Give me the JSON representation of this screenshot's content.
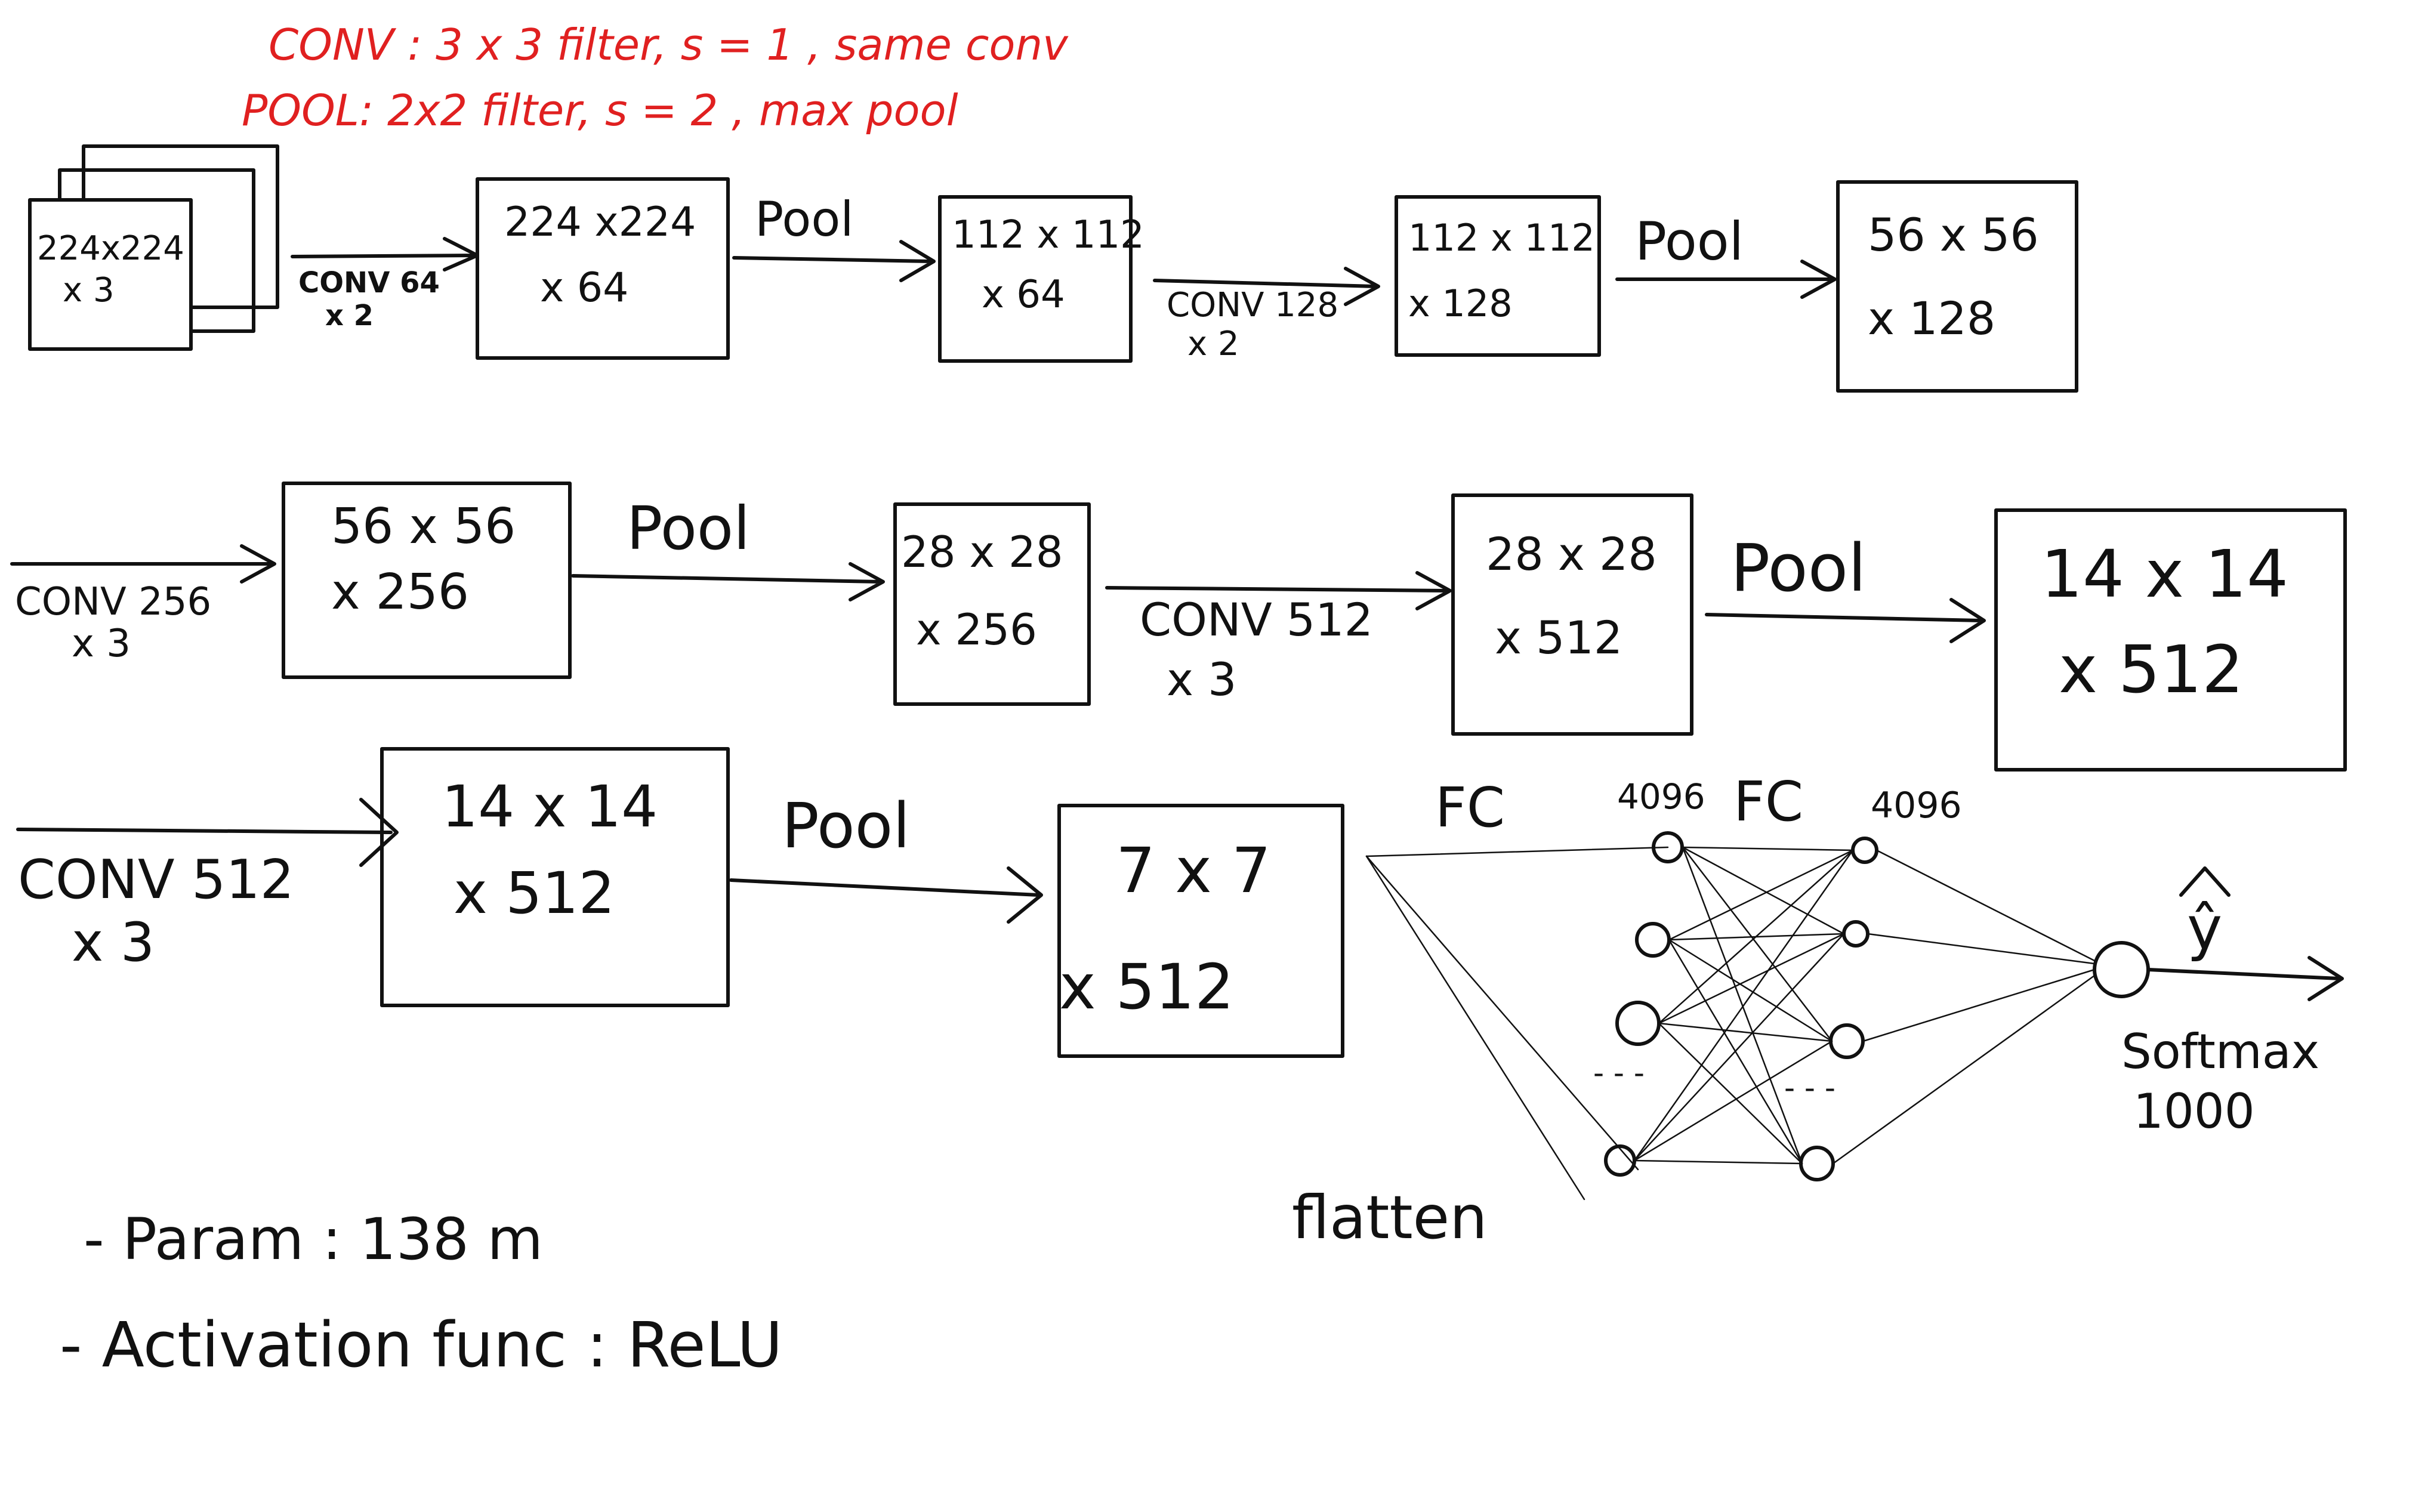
{
  "colors": {
    "ink": "#111111",
    "red": "#e02020",
    "background": "#ffffff"
  },
  "notes": {
    "conv": "CONV : 3 x 3 filter, s = 1 , same conv",
    "pool": "POOL: 2x2 filter, s = 2 , max pool"
  },
  "blocks": {
    "input": {
      "line1": "224x224",
      "line2": "x 3"
    },
    "b1": {
      "line1": "224 x224",
      "line2": "x 64"
    },
    "b2": {
      "line1": "112 x 112",
      "line2": "x 64"
    },
    "b3": {
      "line1": "112 x 112",
      "line2": "x 128"
    },
    "b4": {
      "line1": "56 x 56",
      "line2": "x 128"
    },
    "b5": {
      "line1": "56 x 56",
      "line2": "x 256"
    },
    "b6": {
      "line1": "28 x 28",
      "line2": "x 256"
    },
    "b7": {
      "line1": "28 x 28",
      "line2": "x 512"
    },
    "b8": {
      "line1": "14 x 14",
      "line2": "x 512"
    },
    "b9": {
      "line1": "14 x 14",
      "line2": "x 512"
    },
    "b10": {
      "line1": "7 x 7",
      "line2": "x 512"
    }
  },
  "ops": {
    "a1": {
      "line1": "CONV 64",
      "line2": "x 2"
    },
    "a2": {
      "line1": "Pool"
    },
    "a3": {
      "line1": "CONV 128",
      "line2": "x 2"
    },
    "a4": {
      "line1": "Pool"
    },
    "a5": {
      "line1": "CONV 256",
      "line2": "x 3"
    },
    "a6": {
      "line1": "Pool"
    },
    "a7": {
      "line1": "CONV 512",
      "line2": "x 3"
    },
    "a8": {
      "line1": "Pool"
    },
    "a9": {
      "line1": "CONV 512",
      "line2": "x 3"
    },
    "a10": {
      "line1": "Pool"
    }
  },
  "fc": {
    "fc1_label": "FC",
    "fc1_units": "4096",
    "fc2_label": "FC",
    "fc2_units": "4096",
    "flatten": "flatten",
    "output_symbol": "ŷ",
    "softmax": "Softmax",
    "softmax_units": "1000",
    "dots1": "- - -",
    "dots2": "- - -"
  },
  "footer": {
    "params": "- Param : 138 m",
    "activation": "- Activation func : ReLU"
  }
}
